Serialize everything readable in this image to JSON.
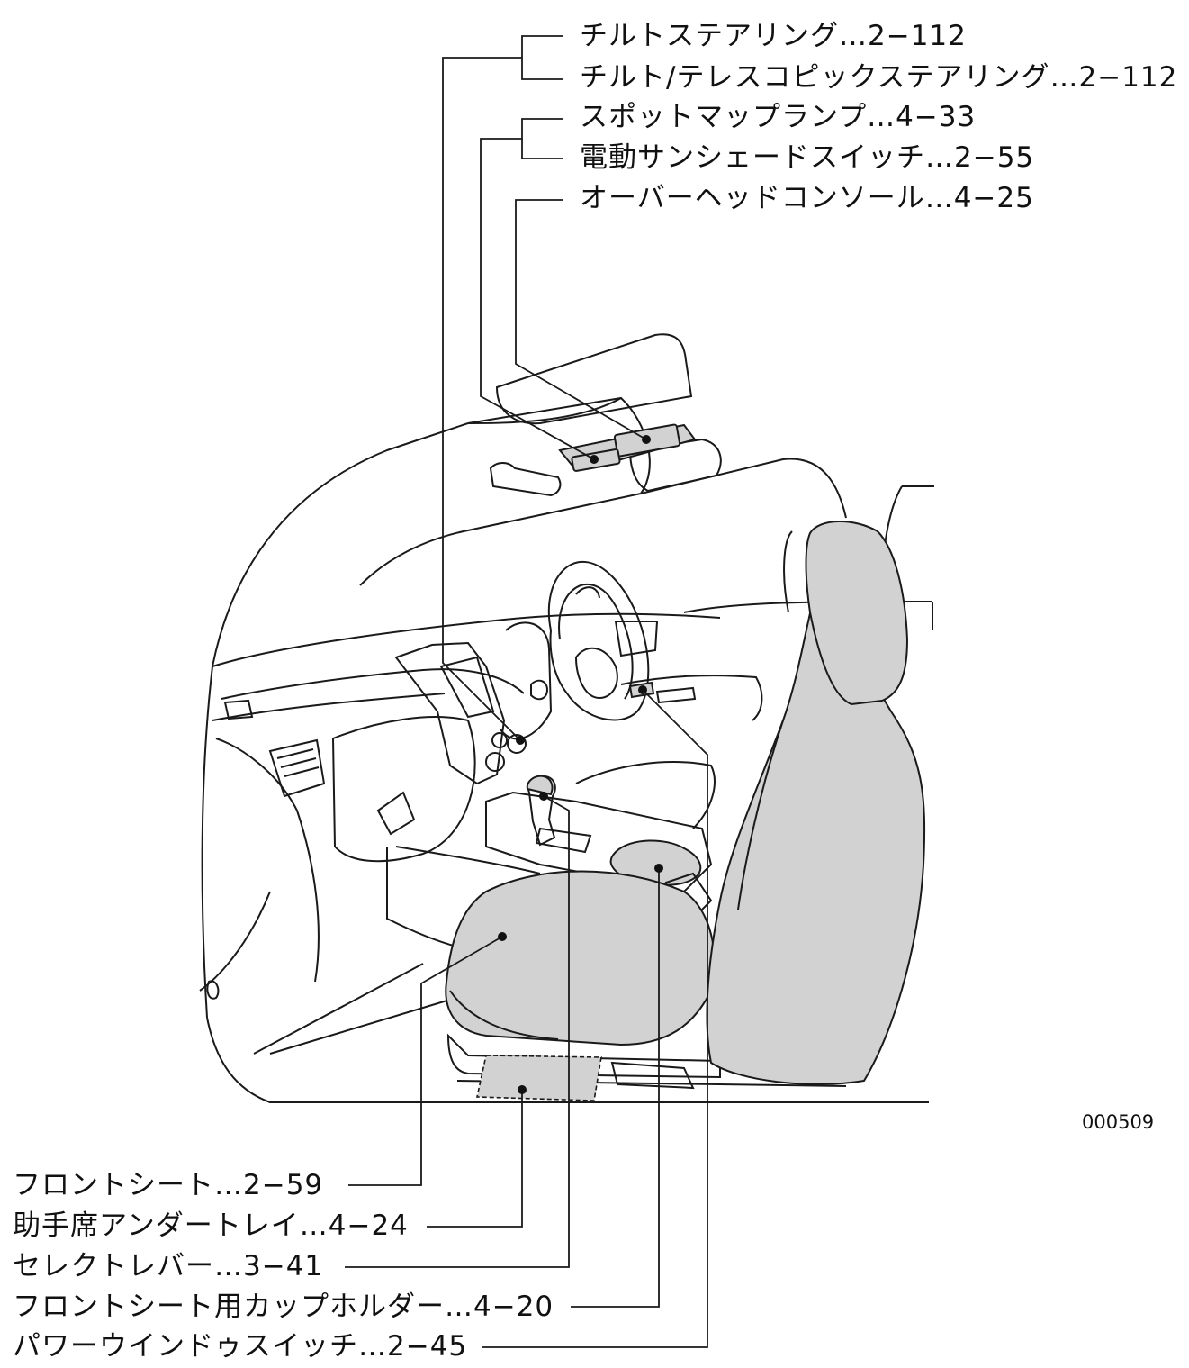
{
  "top_labels": [
    {
      "id": "tilt-steering",
      "text": "チルトステアリング…2−112"
    },
    {
      "id": "tilt-telescopic-steering",
      "text": "チルト/テレスコピックステアリング…2−112"
    },
    {
      "id": "spot-map-lamp",
      "text": "スポットマップランプ…4−33"
    },
    {
      "id": "power-sunshade-switch",
      "text": "電動サンシェードスイッチ…2−55"
    },
    {
      "id": "overhead-console",
      "text": "オーバーヘッドコンソール…4−25"
    }
  ],
  "bottom_labels": [
    {
      "id": "front-seat",
      "text": "フロントシート…2−59"
    },
    {
      "id": "passenger-under-tray",
      "text": "助手席アンダートレイ…4−24"
    },
    {
      "id": "select-lever",
      "text": "セレクトレバー…3−41"
    },
    {
      "id": "front-seat-cup-holder",
      "text": "フロントシート用カップホルダー…4−20"
    },
    {
      "id": "power-window-switch",
      "text": "パワーウインドゥスイッチ…2−45"
    }
  ],
  "figure_code": "000509",
  "colors": {
    "highlight": "#d2d2d2",
    "line": "#1a1a1a"
  }
}
